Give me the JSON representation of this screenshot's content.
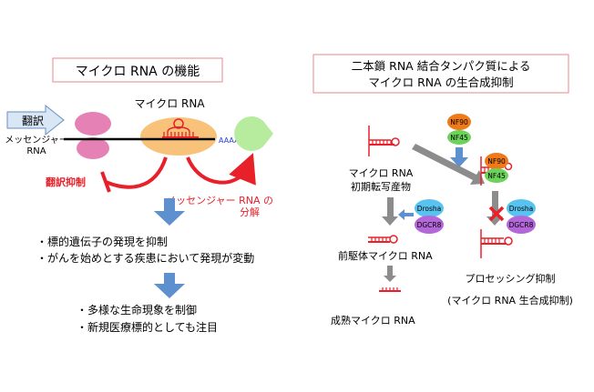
{
  "left": {
    "title": "マイクロ RNA の機能",
    "mirna_label": "マイクロ RNA",
    "translation_label": "翻訳",
    "mrna_label_line1": "メッセンジャー",
    "mrna_label_line2": "RNA",
    "polya": "AAAAAA",
    "repression_label": "翻訳抑制",
    "degradation_line1": "メッセンジャー RNA の",
    "degradation_line2": "分解",
    "bullets_1": [
      "・標的遺伝子の発現を抑制",
      "・がんを始めとする疾患において発現が変動"
    ],
    "bullets_2": [
      "・多様な生命現象を制御",
      "・新規医療標的としても注目"
    ]
  },
  "right": {
    "title_line1": "二本鎖 RNA 結合タンパク質による",
    "title_line2": "マイクロ RNA の生合成抑制",
    "nf90": "NF90",
    "nf45": "NF45",
    "drosha": "Drosha",
    "dgcr8": "DGCR8",
    "primary_line1": "マイクロ RNA",
    "primary_line2": "初期転写産物",
    "precursor": "前駆体マイクロ RNA",
    "mature": "成熟マイクロ RNA",
    "processing_line1": "プロセッシング抑制",
    "processing_line2": "(マイクロ RNA 生合成抑制)"
  },
  "colors": {
    "red": "#e8202a",
    "pink": "#e681b5",
    "green": "#b7eb9e",
    "mirna_bg": "#f9c27a",
    "blue_arrow": "#5e8fcf",
    "nf90": "#f07a1a",
    "nf45": "#6bd35a",
    "drosha": "#59c3ef",
    "dgcr8": "#b467d9",
    "gray_arrow": "#8c8c8c"
  }
}
